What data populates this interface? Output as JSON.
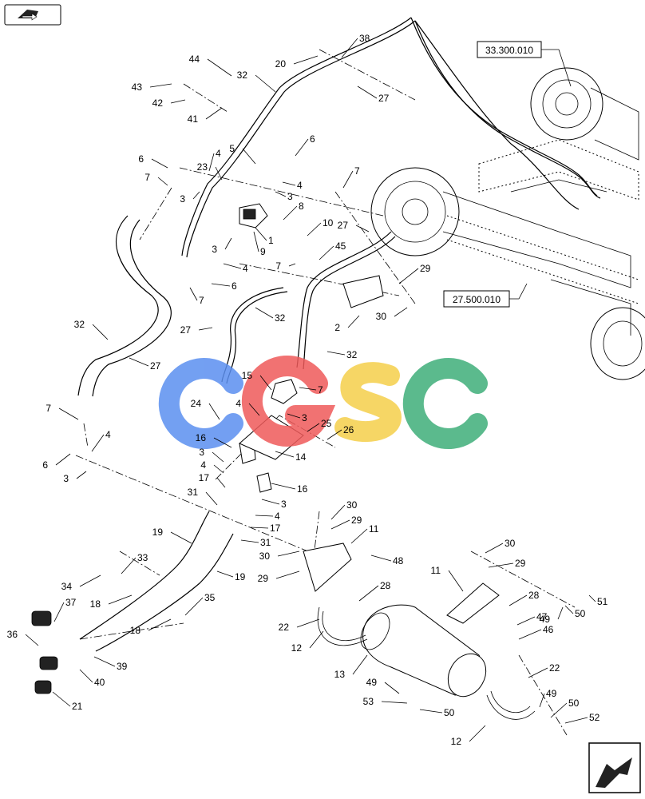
{
  "references": [
    {
      "id": "ref-a",
      "text": "33.300.010"
    },
    {
      "id": "ref-b",
      "text": "27.500.010"
    }
  ],
  "callouts": [
    "1",
    "2",
    "3",
    "4",
    "5",
    "6",
    "7",
    "8",
    "9",
    "10",
    "11",
    "12",
    "13",
    "14",
    "15",
    "16",
    "17",
    "18",
    "19",
    "20",
    "21",
    "22",
    "23",
    "24",
    "25",
    "26",
    "27",
    "28",
    "29",
    "30",
    "31",
    "32",
    "33",
    "34",
    "35",
    "36",
    "37",
    "38",
    "39",
    "40",
    "41",
    "42",
    "43",
    "44",
    "45",
    "46",
    "47",
    "48",
    "49",
    "50",
    "51",
    "52",
    "53"
  ],
  "watermark": {
    "text": "CGSC",
    "colors": {
      "c1": "#5b8ff0",
      "g": "#ef5a5a",
      "s": "#f5cf4b",
      "c2": "#3fae7a"
    }
  },
  "nav": {
    "top_left_icon": "book-icon",
    "bottom_right_icon": "next-page-arrow-icon"
  }
}
